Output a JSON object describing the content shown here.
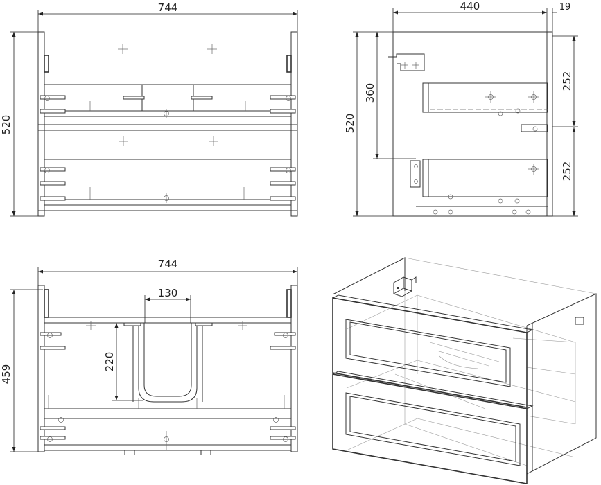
{
  "views": {
    "front": {
      "width_label": "744",
      "height_label": "520"
    },
    "side": {
      "depth_label": "440",
      "panel_label": "19",
      "height_label": "520",
      "mount_label": "360",
      "drawer_top_label": "252",
      "drawer_bottom_label": "252"
    },
    "top": {
      "width_label": "744",
      "depth_label": "459",
      "cutout_width_label": "130",
      "cutout_depth_label": "220"
    },
    "iso": {}
  },
  "colors": {
    "line": "#333333",
    "ghost": "#9a9a9a",
    "background": "#ffffff"
  }
}
